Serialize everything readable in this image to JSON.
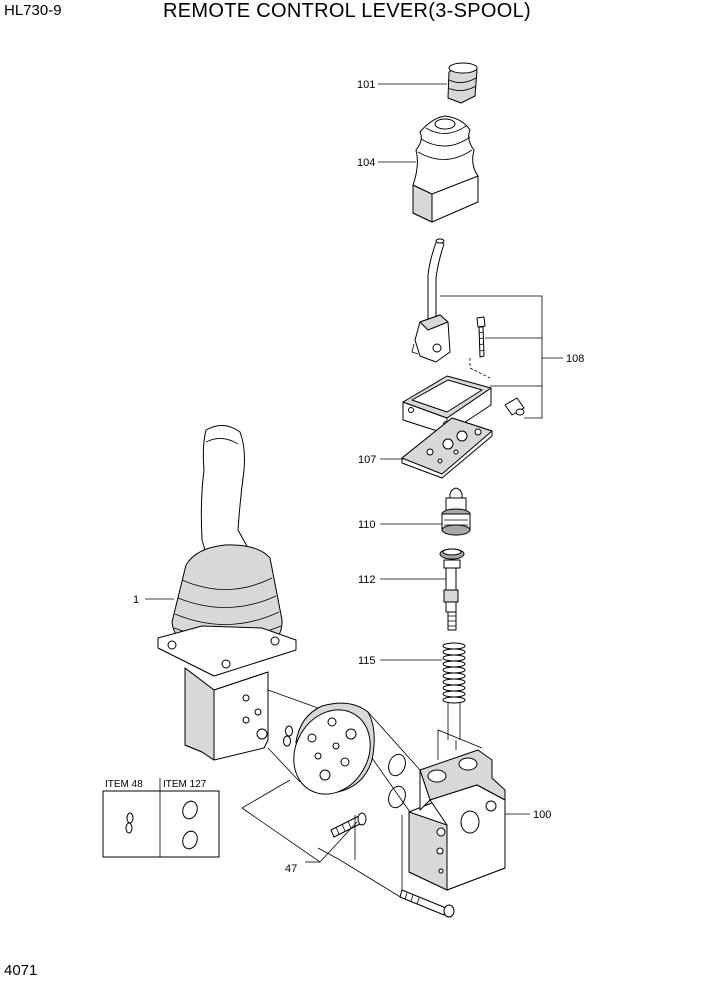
{
  "header": {
    "model": "HL730-9",
    "title": "REMOTE CONTROL LEVER(3-SPOOL)"
  },
  "footer": {
    "page_number": "4071"
  },
  "callouts": {
    "p1": "1",
    "p47": "47",
    "p100": "100",
    "p101": "101",
    "p104": "104",
    "p107": "107",
    "p108": "108",
    "p110": "110",
    "p112": "112",
    "p115": "115"
  },
  "item_table": {
    "col1_header": "ITEM 48",
    "col2_header": "ITEM 127"
  }
}
